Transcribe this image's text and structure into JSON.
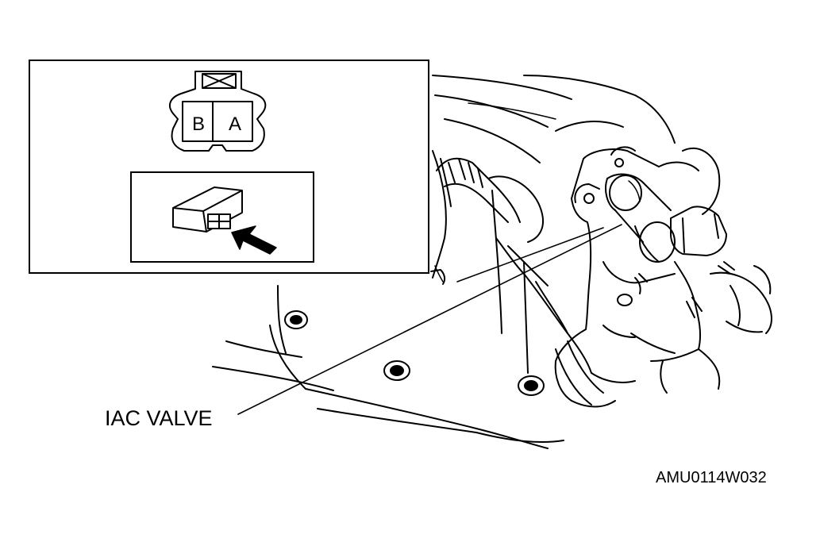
{
  "connector": {
    "pin_left": "B",
    "pin_right": "A"
  },
  "callout": {
    "label": "IAC VALVE"
  },
  "figure_code": "AMU0114W032",
  "colors": {
    "ink": "#000000",
    "paper": "#ffffff"
  }
}
